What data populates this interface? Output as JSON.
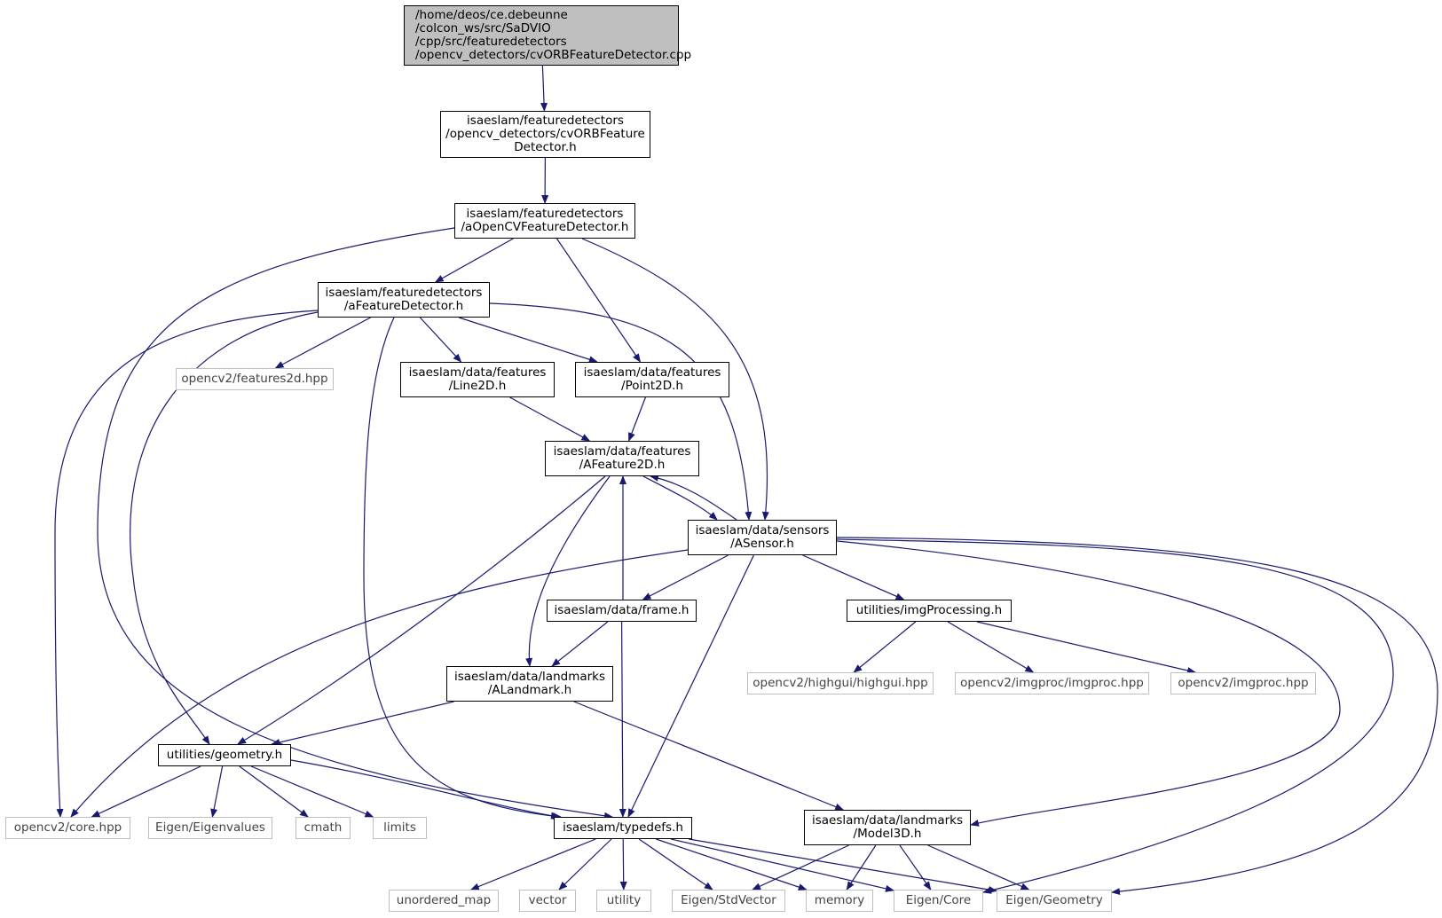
{
  "colors": {
    "edge": "#191970",
    "root_fill": "#bfbfbf",
    "local_border": "#000000",
    "external_border": "#bfbfbf",
    "background": "#ffffff"
  },
  "nodes": [
    {
      "id": "root",
      "kind": "root",
      "lines": [
        "/home/deos/ce.debeunne",
        "/colcon_ws/src/SaDVIO",
        "/cpp/src/featuredetectors",
        "/opencv_detectors/cvORBFeatureDetector.cpp"
      ]
    },
    {
      "id": "cvorb_h",
      "kind": "local",
      "lines": [
        "isaeslam/featuredetectors",
        "/opencv_detectors/cvORBFeature",
        "Detector.h"
      ]
    },
    {
      "id": "aopencv",
      "kind": "local",
      "lines": [
        "isaeslam/featuredetectors",
        "/aOpenCVFeatureDetector.h"
      ]
    },
    {
      "id": "afeature",
      "kind": "local",
      "lines": [
        "isaeslam/featuredetectors",
        "/aFeatureDetector.h"
      ]
    },
    {
      "id": "features2d",
      "kind": "external",
      "lines": [
        "opencv2/features2d.hpp"
      ]
    },
    {
      "id": "line2d",
      "kind": "local",
      "lines": [
        "isaeslam/data/features",
        "/Line2D.h"
      ]
    },
    {
      "id": "point2d",
      "kind": "local",
      "lines": [
        "isaeslam/data/features",
        "/Point2D.h"
      ]
    },
    {
      "id": "afeature2d",
      "kind": "local",
      "lines": [
        "isaeslam/data/features",
        "/AFeature2D.h"
      ]
    },
    {
      "id": "asensor",
      "kind": "local",
      "lines": [
        "isaeslam/data/sensors",
        "/ASensor.h"
      ]
    },
    {
      "id": "frame",
      "kind": "local",
      "lines": [
        "isaeslam/data/frame.h"
      ]
    },
    {
      "id": "imgproc_h",
      "kind": "local",
      "lines": [
        "utilities/imgProcessing.h"
      ]
    },
    {
      "id": "alandmark",
      "kind": "local",
      "lines": [
        "isaeslam/data/landmarks",
        "/ALandmark.h"
      ]
    },
    {
      "id": "highgui",
      "kind": "external",
      "lines": [
        "opencv2/highgui/highgui.hpp"
      ]
    },
    {
      "id": "imgproc_imgproc",
      "kind": "external",
      "lines": [
        "opencv2/imgproc/imgproc.hpp"
      ]
    },
    {
      "id": "imgproc_hpp",
      "kind": "external",
      "lines": [
        "opencv2/imgproc.hpp"
      ]
    },
    {
      "id": "geometry",
      "kind": "local",
      "lines": [
        "utilities/geometry.h"
      ]
    },
    {
      "id": "core_hpp",
      "kind": "external",
      "lines": [
        "opencv2/core.hpp"
      ]
    },
    {
      "id": "eigenvalues",
      "kind": "external",
      "lines": [
        "Eigen/Eigenvalues"
      ]
    },
    {
      "id": "cmath",
      "kind": "external",
      "lines": [
        "cmath"
      ]
    },
    {
      "id": "limits",
      "kind": "external",
      "lines": [
        "limits"
      ]
    },
    {
      "id": "typedefs",
      "kind": "local",
      "lines": [
        "isaeslam/typedefs.h"
      ]
    },
    {
      "id": "model3d",
      "kind": "local",
      "lines": [
        "isaeslam/data/landmarks",
        "/Model3D.h"
      ]
    },
    {
      "id": "unordered_map",
      "kind": "external",
      "lines": [
        "unordered_map"
      ]
    },
    {
      "id": "vector",
      "kind": "external",
      "lines": [
        "vector"
      ]
    },
    {
      "id": "utility",
      "kind": "external",
      "lines": [
        "utility"
      ]
    },
    {
      "id": "stdvector",
      "kind": "external",
      "lines": [
        "Eigen/StdVector"
      ]
    },
    {
      "id": "memory",
      "kind": "external",
      "lines": [
        "memory"
      ]
    },
    {
      "id": "eigen_core",
      "kind": "external",
      "lines": [
        "Eigen/Core"
      ]
    },
    {
      "id": "eigen_geometry",
      "kind": "external",
      "lines": [
        "Eigen/Geometry"
      ]
    }
  ],
  "edges": [
    [
      "root",
      "cvorb_h"
    ],
    [
      "cvorb_h",
      "aopencv"
    ],
    [
      "aopencv",
      "afeature"
    ],
    [
      "aopencv",
      "point2d"
    ],
    [
      "aopencv",
      "asensor"
    ],
    [
      "aopencv",
      "typedefs"
    ],
    [
      "afeature",
      "features2d"
    ],
    [
      "afeature",
      "line2d"
    ],
    [
      "afeature",
      "point2d"
    ],
    [
      "afeature",
      "asensor"
    ],
    [
      "afeature",
      "core_hpp"
    ],
    [
      "afeature",
      "geometry"
    ],
    [
      "afeature",
      "typedefs"
    ],
    [
      "line2d",
      "afeature2d"
    ],
    [
      "point2d",
      "afeature2d"
    ],
    [
      "afeature2d",
      "asensor"
    ],
    [
      "afeature2d",
      "alandmark"
    ],
    [
      "afeature2d",
      "geometry"
    ],
    [
      "asensor",
      "afeature2d"
    ],
    [
      "asensor",
      "frame"
    ],
    [
      "asensor",
      "imgproc_h"
    ],
    [
      "asensor",
      "typedefs"
    ],
    [
      "asensor",
      "core_hpp"
    ],
    [
      "asensor",
      "model3d"
    ],
    [
      "asensor",
      "eigen_core"
    ],
    [
      "asensor",
      "eigen_geometry"
    ],
    [
      "frame",
      "afeature2d"
    ],
    [
      "frame",
      "alandmark"
    ],
    [
      "frame",
      "typedefs"
    ],
    [
      "imgproc_h",
      "highgui"
    ],
    [
      "imgproc_h",
      "imgproc_imgproc"
    ],
    [
      "imgproc_h",
      "imgproc_hpp"
    ],
    [
      "alandmark",
      "geometry"
    ],
    [
      "alandmark",
      "model3d"
    ],
    [
      "geometry",
      "core_hpp"
    ],
    [
      "geometry",
      "eigenvalues"
    ],
    [
      "geometry",
      "cmath"
    ],
    [
      "geometry",
      "limits"
    ],
    [
      "geometry",
      "typedefs"
    ],
    [
      "model3d",
      "stdvector"
    ],
    [
      "model3d",
      "memory"
    ],
    [
      "model3d",
      "eigen_core"
    ],
    [
      "model3d",
      "eigen_geometry"
    ],
    [
      "typedefs",
      "unordered_map"
    ],
    [
      "typedefs",
      "vector"
    ],
    [
      "typedefs",
      "utility"
    ],
    [
      "typedefs",
      "stdvector"
    ],
    [
      "typedefs",
      "memory"
    ],
    [
      "typedefs",
      "eigen_core"
    ],
    [
      "typedefs",
      "eigen_geometry"
    ]
  ]
}
